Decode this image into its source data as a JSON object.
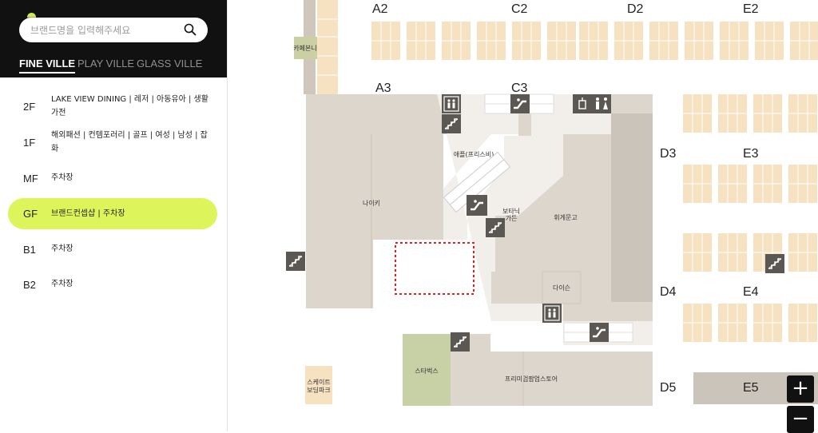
{
  "search": {
    "placeholder": "브랜드명을 입력해주세요"
  },
  "tabs": [
    {
      "label": "FINE VILLE",
      "active": true
    },
    {
      "label": "PLAY VILLE",
      "active": false
    },
    {
      "label": "GLASS VILLE",
      "active": false
    }
  ],
  "floors": [
    {
      "level": "2F",
      "desc": "LAKE VIEW DINING | 레저 | 아동유아 | 생활가전",
      "active": false
    },
    {
      "level": "1F",
      "desc": "해외패션 | 컨템포러리 | 골프 | 여성 | 남성 | 잡화",
      "active": false
    },
    {
      "level": "MF",
      "desc": "주차장",
      "active": false
    },
    {
      "level": "GF",
      "desc": "브랜드컨셉샵 | 주차장",
      "active": true
    },
    {
      "level": "B1",
      "desc": "주차장",
      "active": false
    },
    {
      "level": "B2",
      "desc": "주차장",
      "active": false
    }
  ],
  "map": {
    "zones": [
      "A2",
      "C2",
      "D2",
      "E2",
      "A3",
      "C3",
      "D3",
      "E3",
      "D4",
      "E4",
      "D5",
      "E5"
    ],
    "stores": {
      "cafe": "카페본니",
      "nike": "나이키",
      "marmot": "애플(프리스비)",
      "direct_line1": "보타닉",
      "direct_line2": "가든",
      "fuji": "휘게문고",
      "daiso": "다이슨",
      "starbucks": "스타벅스",
      "popup": "프리미엄팝업스토어",
      "skate_line1": "스케이트",
      "skate_line2": "보딩파크"
    }
  },
  "zoom": {
    "in": "+",
    "out": "−"
  },
  "colors": {
    "panel_header": "#111111",
    "active_floor": "#ddf55a",
    "parking_slot": "#f6e2c0",
    "building": "#ddd6cc",
    "starbucks": "#c8d0a6",
    "icon_box": "#5b5752",
    "selection": "#e02020"
  }
}
